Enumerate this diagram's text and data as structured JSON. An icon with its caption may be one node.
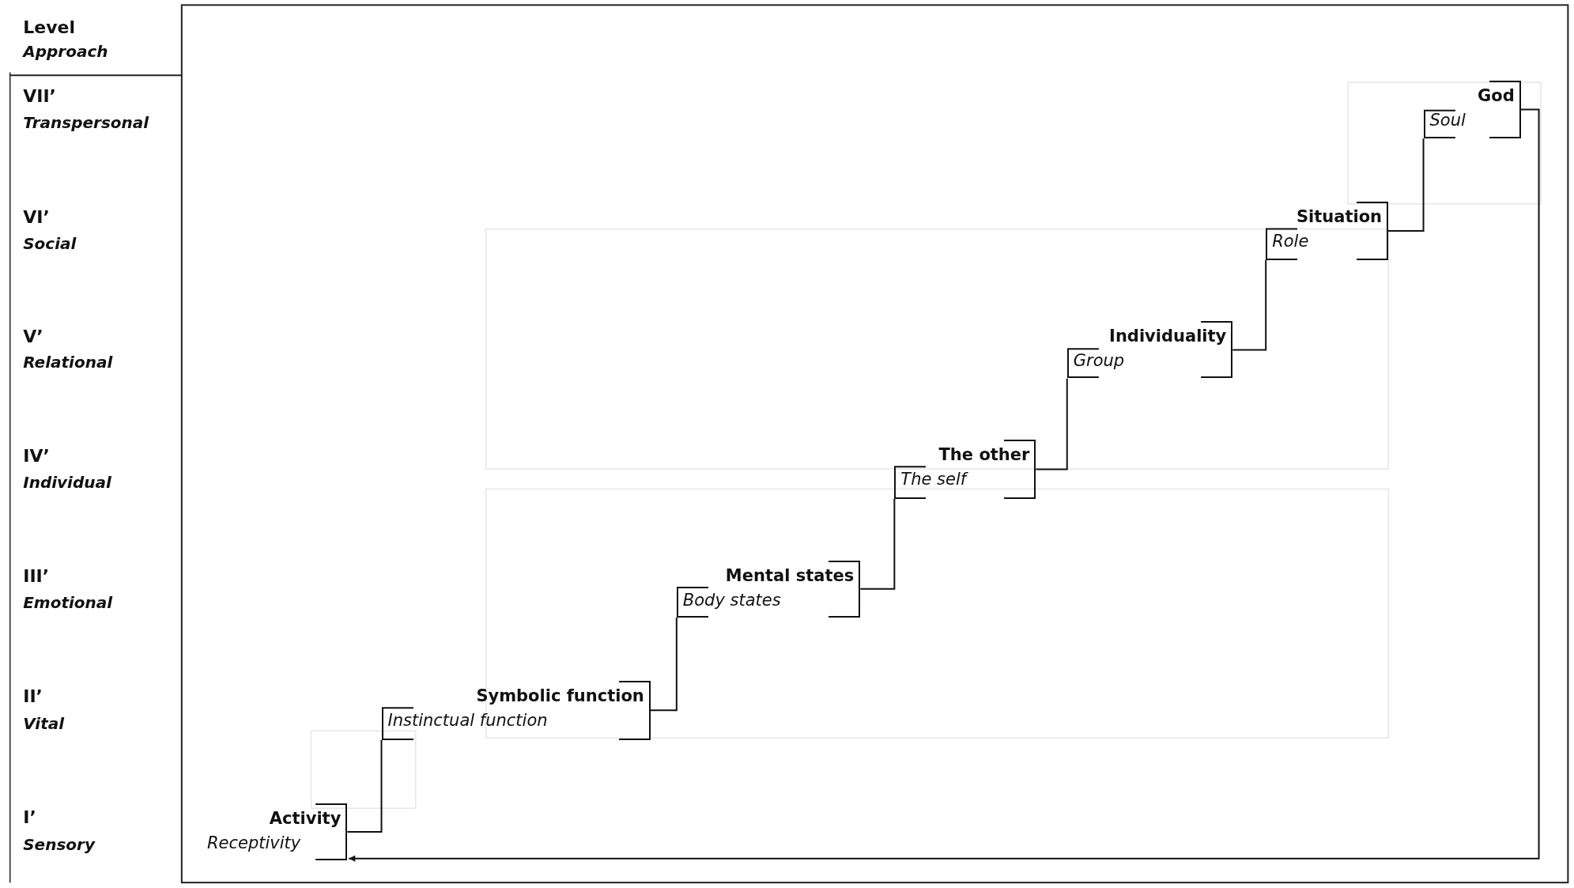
{
  "diagram": {
    "nodes": [
      {
        "text": [
          "Activity",
          "Receptivity"
        ]
      },
      {
        "text": [
          "Symbolic function",
          "Instinctual function"
        ]
      },
      {
        "text": [
          "Mental states",
          "Body states"
        ]
      },
      {
        "text": [
          "The other",
          "The self"
        ]
      },
      {
        "text": [
          "Individuality",
          "Group"
        ]
      },
      {
        "text": [
          "Situation",
          "Role"
        ]
      },
      {
        "text": [
          "God",
          "Soul"
        ]
      }
    ],
    "edges": [
      {
        "from": 0,
        "to": 1,
        "arrow": "none"
      },
      {
        "from": 1,
        "to": 2,
        "arrow": "none"
      },
      {
        "from": 2,
        "to": 3,
        "arrow": "none"
      },
      {
        "from": 3,
        "to": 4,
        "arrow": "none"
      },
      {
        "from": 4,
        "to": 5,
        "arrow": "none"
      },
      {
        "from": 5,
        "to": 6,
        "arrow": "none"
      },
      {
        "from": 6,
        "to": 0,
        "arrow": "to"
      }
    ],
    "labels": [
      "Level",
      "Approach",
      "VII’",
      "Transpersonal",
      "VI’",
      "Social",
      "V’",
      "Relational",
      "IV’",
      "Individual",
      "III’",
      "Emotional",
      "II’",
      "Vital",
      "I’",
      "Sensory"
    ]
  }
}
